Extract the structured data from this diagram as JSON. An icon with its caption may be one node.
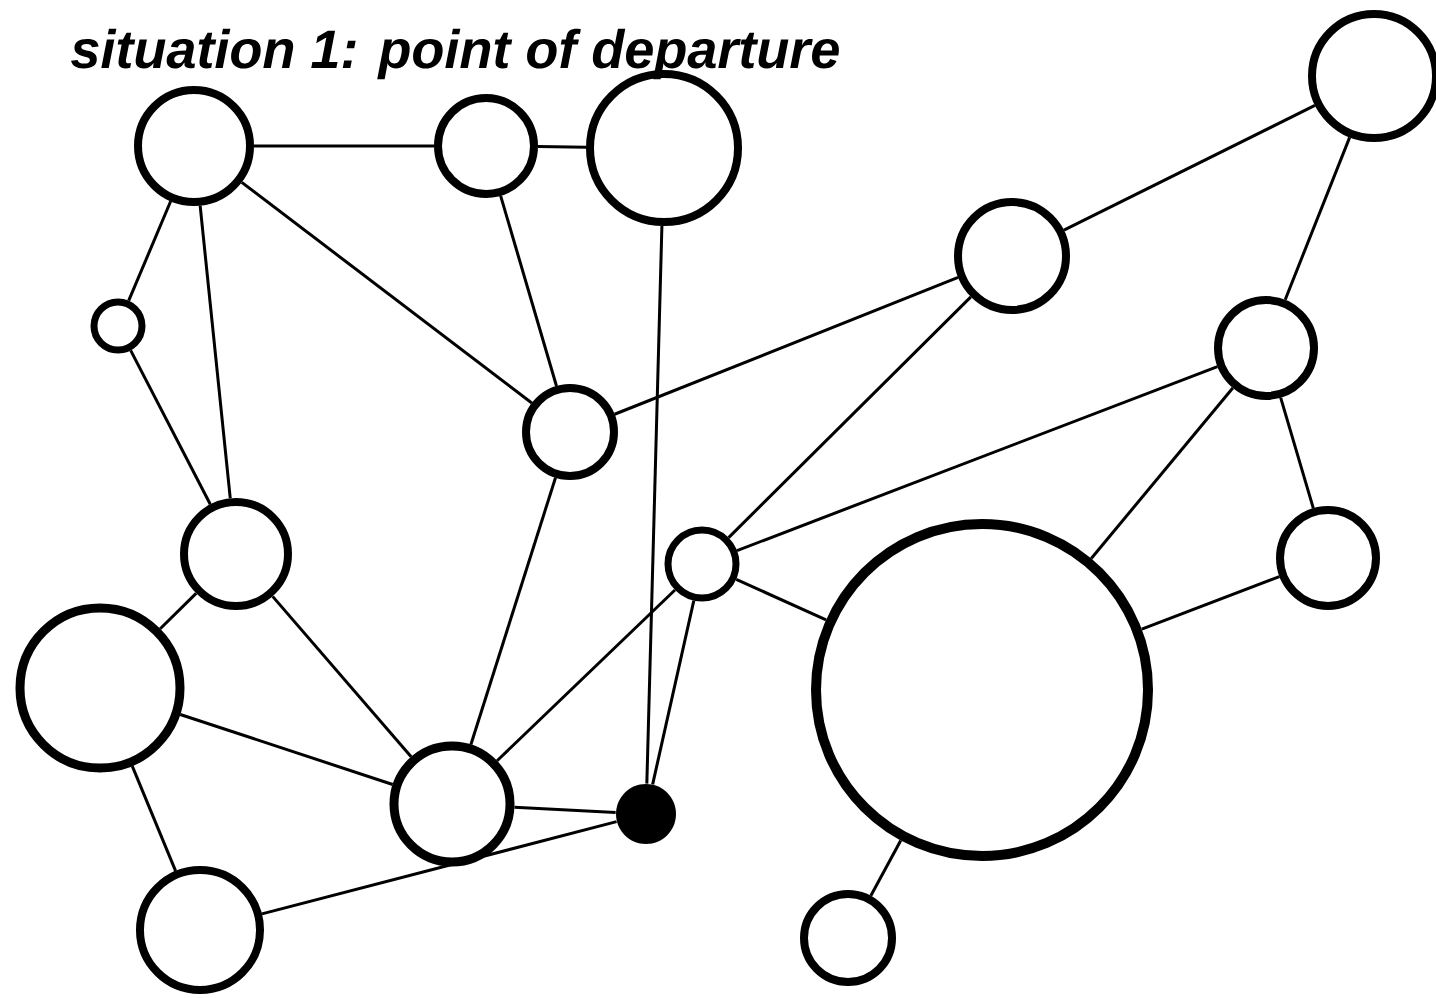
{
  "diagram": {
    "title": "situation 1: point of departure",
    "nodes": [
      {
        "text": [],
        "shape": "circle"
      },
      {
        "text": [],
        "shape": "circle"
      },
      {
        "text": [],
        "shape": "circle"
      },
      {
        "text": [],
        "shape": "circle"
      },
      {
        "text": [],
        "shape": "circle"
      },
      {
        "text": [],
        "shape": "circle"
      },
      {
        "text": [],
        "shape": "circle"
      },
      {
        "text": [],
        "shape": "circle"
      },
      {
        "text": [],
        "shape": "circle"
      },
      {
        "text": [],
        "shape": "circle"
      },
      {
        "text": [],
        "shape": "circle"
      },
      {
        "text": [],
        "shape": "circle"
      },
      {
        "text": [],
        "shape": "dot"
      },
      {
        "text": [],
        "shape": "circle"
      },
      {
        "text": [],
        "shape": "circle"
      },
      {
        "text": [],
        "shape": "circle"
      },
      {
        "text": [],
        "shape": "circle"
      }
    ],
    "edges": [
      {
        "from": 0,
        "to": 1,
        "arrow": "none"
      },
      {
        "from": 1,
        "to": 2,
        "arrow": "none"
      },
      {
        "from": 0,
        "to": 3,
        "arrow": "none"
      },
      {
        "from": 0,
        "to": 8,
        "arrow": "none"
      },
      {
        "from": 0,
        "to": 4,
        "arrow": "none"
      },
      {
        "from": 1,
        "to": 4,
        "arrow": "none"
      },
      {
        "from": 2,
        "to": 12,
        "arrow": "none"
      },
      {
        "from": 3,
        "to": 8,
        "arrow": "none"
      },
      {
        "from": 4,
        "to": 5,
        "arrow": "none"
      },
      {
        "from": 5,
        "to": 6,
        "arrow": "none"
      },
      {
        "from": 5,
        "to": 9,
        "arrow": "none"
      },
      {
        "from": 6,
        "to": 7,
        "arrow": "none"
      },
      {
        "from": 7,
        "to": 9,
        "arrow": "none"
      },
      {
        "from": 7,
        "to": 13,
        "arrow": "none"
      },
      {
        "from": 7,
        "to": 14,
        "arrow": "none"
      },
      {
        "from": 4,
        "to": 11,
        "arrow": "none"
      },
      {
        "from": 8,
        "to": 10,
        "arrow": "none"
      },
      {
        "from": 8,
        "to": 11,
        "arrow": "none"
      },
      {
        "from": 9,
        "to": 11,
        "arrow": "none"
      },
      {
        "from": 9,
        "to": 12,
        "arrow": "none"
      },
      {
        "from": 9,
        "to": 13,
        "arrow": "none"
      },
      {
        "from": 14,
        "to": 13,
        "arrow": "none"
      },
      {
        "from": 10,
        "to": 11,
        "arrow": "none"
      },
      {
        "from": 10,
        "to": 15,
        "arrow": "none"
      },
      {
        "from": 11,
        "to": 12,
        "arrow": "none"
      },
      {
        "from": 15,
        "to": 12,
        "arrow": "none"
      },
      {
        "from": 13,
        "to": 16,
        "arrow": "none"
      }
    ]
  }
}
